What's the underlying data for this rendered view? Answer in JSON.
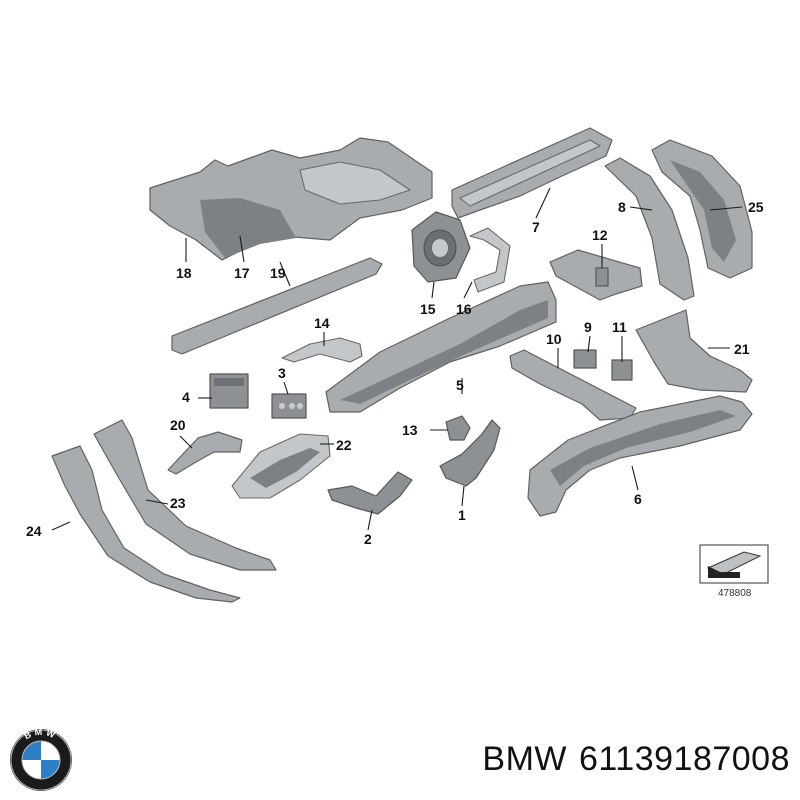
{
  "diagram": {
    "callouts": [
      "1",
      "2",
      "3",
      "4",
      "5",
      "6",
      "7",
      "8",
      "9",
      "10",
      "11",
      "12",
      "13",
      "14",
      "15",
      "16",
      "17",
      "18",
      "19",
      "20",
      "21",
      "22",
      "23",
      "24",
      "25"
    ],
    "reference_code": "478808"
  },
  "footer": {
    "brand": "BMW",
    "part_number": "61139187008",
    "logo_letters": "BMW"
  },
  "colors": {
    "part_fill": "#a9acaf",
    "logo_blue": "#2d7fc6",
    "logo_ring": "#1b1b1b"
  },
  "icons": {
    "logo": "bmw-roundel-icon",
    "direction": "arrow-direction-icon"
  }
}
